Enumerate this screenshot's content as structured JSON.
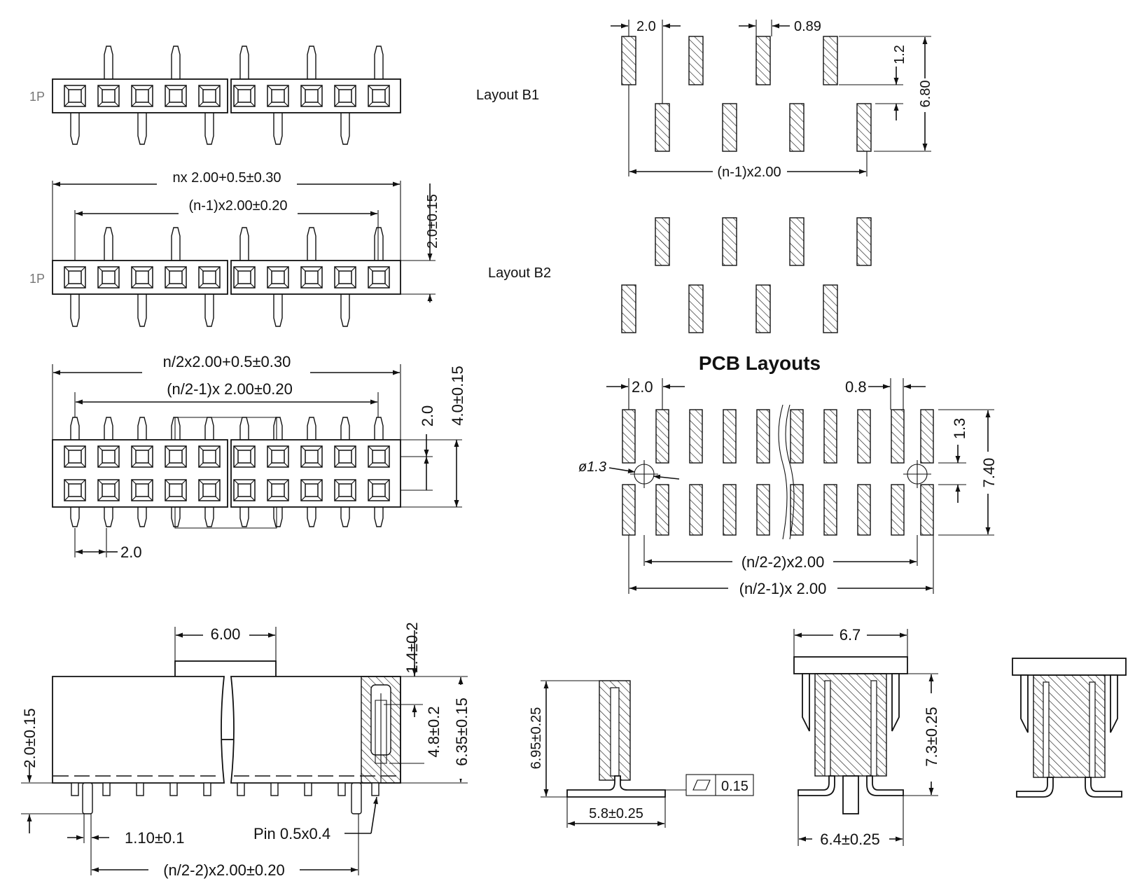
{
  "labels": {
    "pin1": "1P",
    "layout_b1": "Layout B1",
    "layout_b2": "Layout B2",
    "pcb_layouts": "PCB Layouts",
    "pin_size": "Pin 0.5x0.4",
    "hole_dia": "ø1.3"
  },
  "dims": {
    "d_nx": "nx 2.00+0.5±0.30",
    "d_n1": "(n-1)x2.00±0.20",
    "d_h1": "2.0±0.15",
    "d_nh": "n/2x2.00+0.5±0.30",
    "d_nh1": "(n/2-1)x 2.00±0.20",
    "d_row": "2.0",
    "d_h2": "4.0±0.15",
    "d_pitch": "2.0",
    "b1_pitch": "2.0",
    "b1_width": "0.89",
    "b1_gap": "1.2",
    "b1_height": "6.80",
    "b1_span": "(n-1)x2.00",
    "pcb_pitch": "2.0",
    "pcb_width": "0.8",
    "pcb_gap": "1.3",
    "pcb_height": "7.40",
    "pcb_span2": "(n/2-2)x2.00",
    "pcb_span1": "(n/2-1)x 2.00",
    "side_600": "6.00",
    "side_14": "1.4±0.2",
    "side_48": "4.8±0.2",
    "side_635": "6.35±0.15",
    "side_20": "2.0±0.15",
    "side_110": "1.10±0.1",
    "side_span": "(n/2-2)x2.00±0.20",
    "e1_h": "6.95±0.25",
    "e1_w": "5.8±0.25",
    "flatness": "0.15",
    "e2_top": "6.7",
    "e2_h": "7.3±0.25",
    "e2_w": "6.4±0.25"
  },
  "colors": {
    "line": "#111111",
    "background": "#ffffff"
  }
}
